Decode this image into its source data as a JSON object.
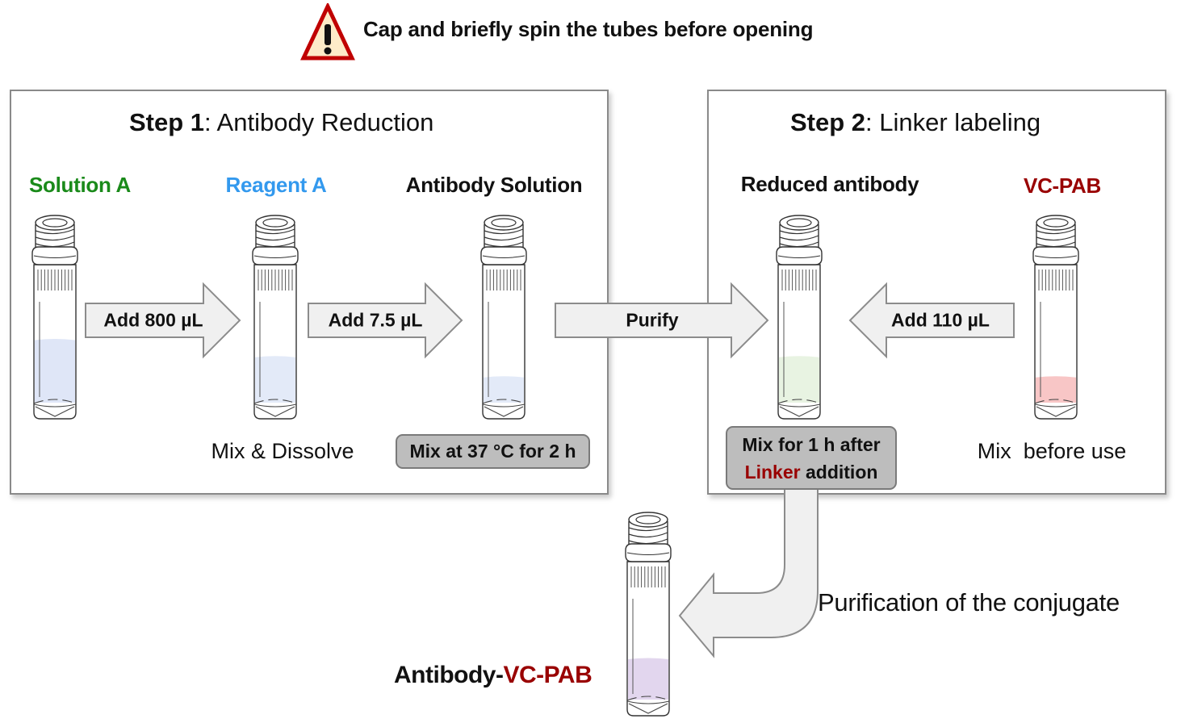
{
  "warning": {
    "icon": "warning-triangle-icon",
    "text": "Cap and briefly spin the tubes before opening",
    "colors": {
      "border": "#c00000",
      "fill": "#fdebc8"
    }
  },
  "step1": {
    "title_bold": "Step 1",
    "title_rest": ": Antibody Reduction",
    "tubes": [
      {
        "label": "Solution A",
        "label_color": "#1a8a1a",
        "liquid_color": "#dfe6f7",
        "liquid_level": 0.62
      },
      {
        "label": "Reagent A",
        "label_color": "#3399ee",
        "liquid_color": "#e3eaf8",
        "liquid_level": 0.45
      },
      {
        "label": "Antibody Solution",
        "label_color": "#111111",
        "liquid_color": "#e3eaf8",
        "liquid_level": 0.25
      }
    ],
    "arrows": [
      {
        "text": "Add 800 µL"
      },
      {
        "text": "Add 7.5 µL"
      }
    ],
    "note_mix_dissolve": "Mix & Dissolve",
    "note_incubate": "Mix at 37 °C for 2 h"
  },
  "transfer_arrow": {
    "text": "Purify"
  },
  "step2": {
    "title_bold": "Step 2",
    "title_rest": ": Linker labeling",
    "tubes": [
      {
        "label": "Reduced antibody",
        "label_color": "#111111",
        "liquid_color": "#e8f3e2",
        "liquid_level": 0.45
      },
      {
        "label": "VC-PAB",
        "label_color": "#990000",
        "liquid_color": "#f8c6c6",
        "liquid_level": 0.25
      }
    ],
    "arrows": [
      {
        "text": "Add 110 µL"
      }
    ],
    "note_mix_line1": "Mix for 1 h after",
    "note_mix_line2_red": "Linker",
    "note_mix_line2_rest": " addition",
    "note_before_use": "Mix  before use"
  },
  "final": {
    "purification_text": "Purification of the conjugate",
    "product_label_black": "Antibody-",
    "product_label_red": "VC-PAB",
    "liquid_color": "#e2d6ee",
    "liquid_level": 0.4
  },
  "colors": {
    "arrow_fill": "#f0f0f0",
    "arrow_stroke": "#8c8c8c",
    "accent_red": "#990000"
  }
}
